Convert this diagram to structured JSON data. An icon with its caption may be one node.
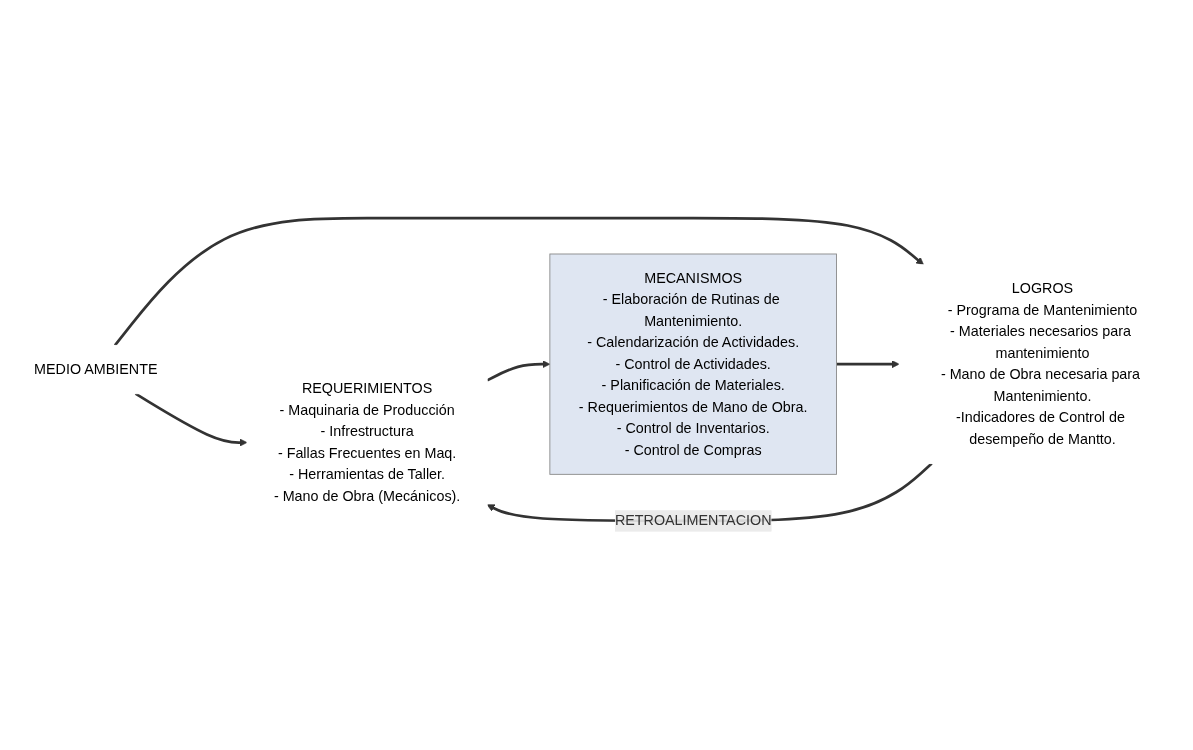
{
  "diagram": {
    "nodes": [
      {
        "text": [
          "MEDIO AMBIENTE"
        ]
      },
      {
        "text": [
          "REQUERIMIENTOS",
          "- Maquinaria de Producción",
          "- Infrestructura",
          "- Fallas Frecuentes en Maq.",
          "- Herramientas de Taller.",
          "- Mano de Obra (Mecánicos)."
        ]
      },
      {
        "text": [
          "MECANISMOS",
          "- Elaboración de Rutinas de Mantenimiento.",
          "- Calendarización de Actividades.",
          "- Control de Actividades.",
          "- Planificación de Materiales.",
          "- Requerimientos de Mano de Obra.",
          "- Control de Inventarios.",
          "- Control de Compras"
        ]
      },
      {
        "text": [
          "LOGROS",
          "- Programa de Mantenimiento",
          "- Materiales necesarios para mantenimiento",
          "- Mano de Obra necesaria para Mantenimiento.",
          "-Indicadores de Control de desempeño de Mantto."
        ]
      }
    ],
    "edges": [
      {
        "from": 0,
        "to": 1,
        "arrow": "to"
      },
      {
        "from": 0,
        "to": 3,
        "arrow": "to"
      },
      {
        "from": 1,
        "to": 2,
        "arrow": "to"
      },
      {
        "from": 2,
        "to": 3,
        "arrow": "to"
      },
      {
        "from": 3,
        "to": 1,
        "arrow": "to",
        "label": "RETROALIMENTACION"
      }
    ]
  }
}
